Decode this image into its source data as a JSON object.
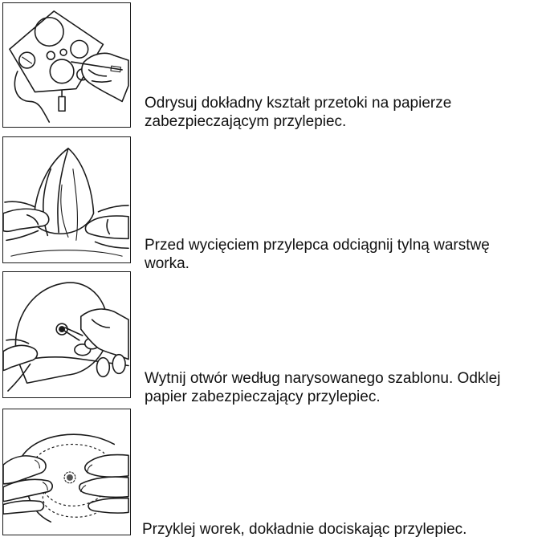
{
  "steps": [
    {
      "illustration": "hand-tracing-stoma-shape-on-template-icon",
      "lines": [
        "Odrysuj dokładny kształt przetoki na papierze",
        "zabezpieczającym przylepiec."
      ]
    },
    {
      "illustration": "hands-pulling-back-pouch-layer-icon",
      "lines": [
        "Przed wycięciem przylepca odciągnij tylną warstwę",
        "worka."
      ]
    },
    {
      "illustration": "scissors-cutting-hole-icon",
      "lines": [
        "Wytnij otwór według narysowanego szablonu. Odklej",
        "papier zabezpieczający przylepiec."
      ]
    },
    {
      "illustration": "hands-pressing-adhesive-icon",
      "lines": [
        "Przyklej worek, dokładnie dociskając przylepiec."
      ]
    }
  ]
}
